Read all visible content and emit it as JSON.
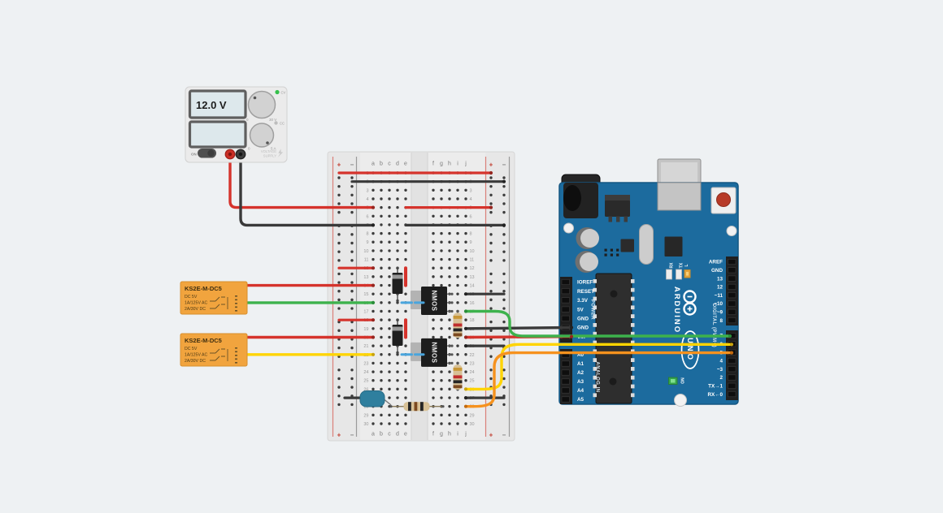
{
  "canvas": {
    "background": "#eef1f3"
  },
  "colors": {
    "wire_red": "#d5332c",
    "wire_black": "#3a3a3a",
    "wire_green": "#3db24c",
    "wire_yellow": "#ffd400",
    "wire_orange": "#f6921e",
    "wire_blue": "#4aa5dd",
    "arduino_board_blue": "#1c6b9e",
    "breadboard_gray": "#e7e7e7",
    "relay_orange": "#f1a43e"
  },
  "power_supply": {
    "voltage_display": "12.0 V",
    "current_display": "",
    "cv_indicator": "CV",
    "cc_indicator": "CC",
    "knob_voltage_min": "0",
    "knob_voltage_max": "30 V",
    "knob_current_min": "0",
    "knob_current_max": "5 A",
    "on_label": "ON",
    "device_label_line1": "VOLTAGE",
    "device_label_line2": "SUPPLY"
  },
  "relays": [
    {
      "part": "KS2E-M-DC5",
      "spec1": "DC 5V",
      "spec2": "1A/125V AC",
      "spec3": "2A/30V DC"
    },
    {
      "part": "KS2E-M-DC5",
      "spec1": "DC 5V",
      "spec2": "1A/125V AC",
      "spec3": "2A/30V DC"
    }
  ],
  "breadboard": {
    "rows": 30,
    "left_columns": [
      "a",
      "b",
      "c",
      "d",
      "e"
    ],
    "right_columns": [
      "f",
      "g",
      "h",
      "i",
      "j"
    ],
    "plus_sign": "+",
    "minus_sign": "−"
  },
  "transistors": {
    "label": "NMOS"
  },
  "arduino": {
    "brand": "ARDUINO",
    "model": "UNO",
    "digital_header_label": "DIGITAL (PWM~)",
    "power_header_label": "POWER",
    "analog_header_label": "ANALOG IN",
    "rx_led_label": "RX",
    "tx_led_label": "TX",
    "builtin_led_label": "L",
    "on_led_label": "ON",
    "digital_pins_top": [
      "AREF",
      "GND",
      "13",
      "12",
      "~11",
      "~10",
      "~9",
      "8"
    ],
    "digital_pins_bottom": [
      "7",
      "~6",
      "~5",
      "4",
      "~3",
      "2",
      "TX→1",
      "RX←0"
    ],
    "power_pins": [
      "IOREF",
      "RESET",
      "3.3V",
      "5V",
      "GND",
      "GND",
      "Vin"
    ],
    "analog_pins": [
      "A0",
      "A1",
      "A2",
      "A3",
      "A4",
      "A5"
    ]
  }
}
